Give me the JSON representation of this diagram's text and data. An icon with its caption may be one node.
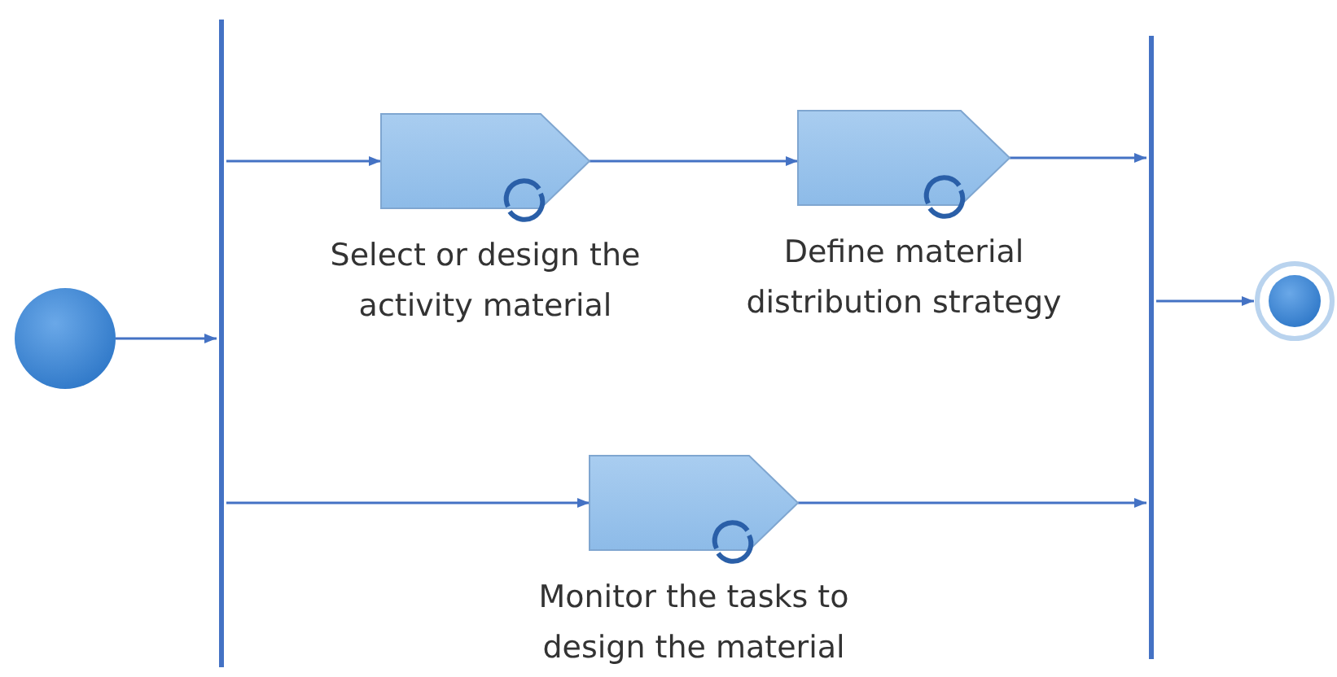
{
  "diagram": {
    "nodes": [
      {
        "text": [],
        "shape": "circle"
      },
      {
        "text": [],
        "shape": "bar"
      },
      {
        "text": [
          "Select or design the activity material"
        ]
      },
      {
        "text": [
          "Define material distribution strategy"
        ]
      },
      {
        "text": [
          "Monitor the tasks to design the material"
        ]
      },
      {
        "text": [],
        "shape": "bar"
      },
      {
        "text": [],
        "shape": "circle"
      }
    ],
    "edges": [
      {
        "from": 0,
        "to": 1,
        "arrow": "to"
      },
      {
        "from": 1,
        "to": 2,
        "arrow": "to"
      },
      {
        "from": 2,
        "to": 3,
        "arrow": "to"
      },
      {
        "from": 3,
        "to": 5,
        "arrow": "to"
      },
      {
        "from": 1,
        "to": 4,
        "arrow": "to"
      },
      {
        "from": 4,
        "to": 5,
        "arrow": "to"
      },
      {
        "from": 5,
        "to": 6,
        "arrow": "to"
      }
    ]
  }
}
